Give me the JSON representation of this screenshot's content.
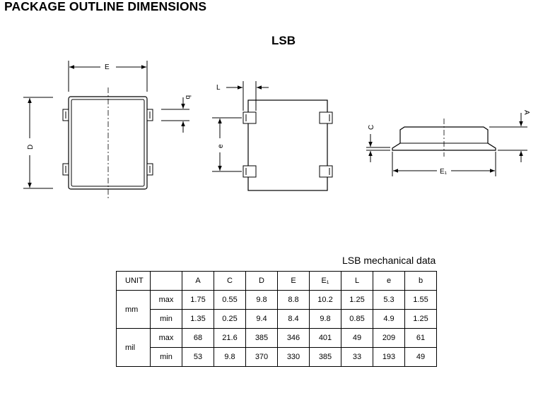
{
  "page": {
    "heading": "PACKAGE OUTLINE DIMENSIONS",
    "package_name": "LSB"
  },
  "drawing": {
    "top_view_labels": {
      "width": "E",
      "height": "D",
      "lead_width": "b"
    },
    "side_view_labels": {
      "lead_length": "L",
      "pitch": "e"
    },
    "profile_view_labels": {
      "height": "A",
      "thickness": "C",
      "span": "E₁"
    }
  },
  "table": {
    "caption": "LSB mechanical data",
    "header": [
      "UNIT",
      "",
      "A",
      "C",
      "D",
      "E",
      "E₁",
      "L",
      "e",
      "b"
    ],
    "groups": [
      {
        "unit": "mm",
        "rows": [
          {
            "limit": "max",
            "values": [
              "1.75",
              "0.55",
              "9.8",
              "8.8",
              "10.2",
              "1.25",
              "5.3",
              "1.55"
            ]
          },
          {
            "limit": "min",
            "values": [
              "1.35",
              "0.25",
              "9.4",
              "8.4",
              "9.8",
              "0.85",
              "4.9",
              "1.25"
            ]
          }
        ]
      },
      {
        "unit": "mil",
        "rows": [
          {
            "limit": "max",
            "values": [
              "68",
              "21.6",
              "385",
              "346",
              "401",
              "49",
              "209",
              "61"
            ]
          },
          {
            "limit": "min",
            "values": [
              "53",
              "9.8",
              "370",
              "330",
              "385",
              "33",
              "193",
              "49"
            ]
          }
        ]
      }
    ]
  }
}
